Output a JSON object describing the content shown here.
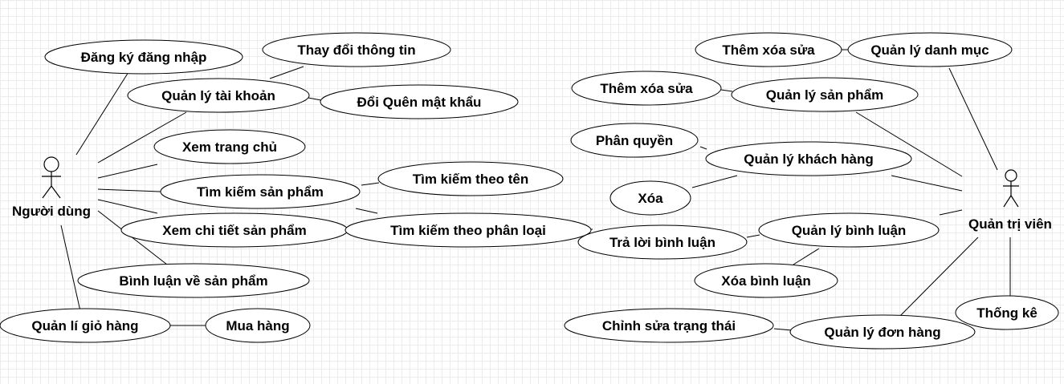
{
  "actors": {
    "user": "Người dùng",
    "admin": "Quản trị viên"
  },
  "use_cases": {
    "dang_ky": "Đăng ký đăng nhập",
    "thay_doi": "Thay đổi thông tin",
    "quan_ly_tk": "Quản lý tài khoản",
    "doi_mk": "Đổi Quên mật khẩu",
    "trang_chu": "Xem trang chủ",
    "tim_sp": "Tìm kiếm sản phẩm",
    "tim_ten": "Tìm kiếm theo tên",
    "chi_tiet": "Xem chi tiết sản phẩm",
    "tim_pl": "Tìm kiếm theo phân loại",
    "binh_luan_sp": "Bình luận về sản phẩm",
    "gio_hang": "Quản lí giỏ hàng",
    "mua_hang": "Mua hàng",
    "them_dm": "Thêm xóa sửa",
    "ql_dm": "Quản lý danh mục",
    "them_sp": "Thêm xóa sửa",
    "ql_sp": "Quản lý sản phẩm",
    "phan_quyen": "Phân quyền",
    "ql_kh": "Quản lý khách hàng",
    "xoa": "Xóa",
    "tra_loi": "Trả lời bình luận",
    "ql_bl": "Quản lý bình luận",
    "xoa_bl": "Xóa bình luận",
    "chinh_sua": "Chỉnh sửa trạng thái",
    "ql_dh": "Quản lý đơn hàng",
    "thong_ke": "Thống kê"
  }
}
